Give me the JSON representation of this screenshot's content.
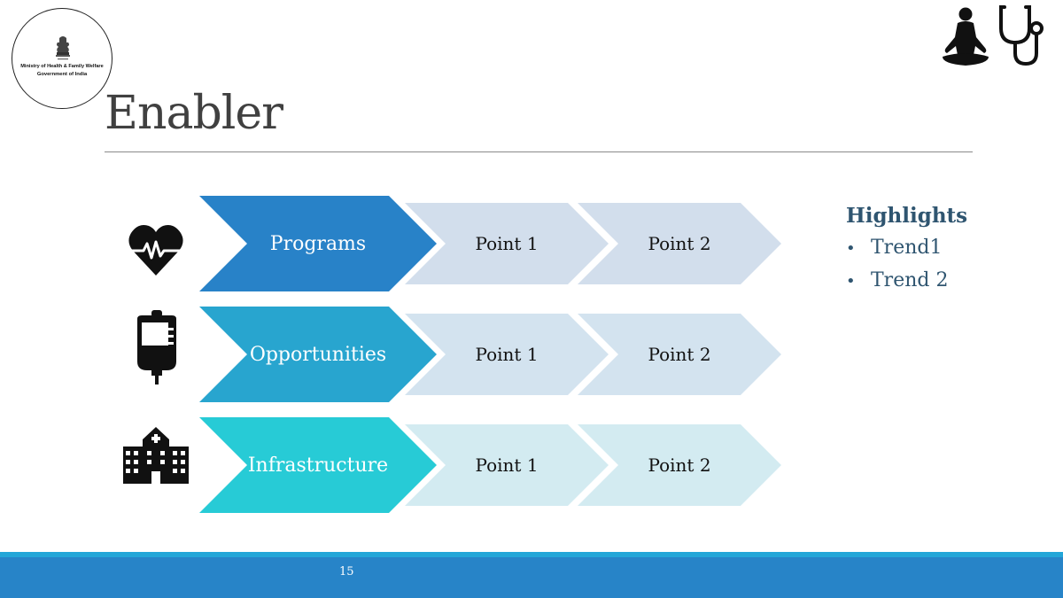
{
  "logo": {
    "line1": "Ministry of Health & Family Welfare",
    "line2": "Government of India",
    "emblem_icon": "state-emblem-icon"
  },
  "slide": {
    "title": "Enabler",
    "page_number": "15"
  },
  "top_icons": [
    "meditation-icon",
    "stethoscope-icon"
  ],
  "rows": [
    {
      "label": "Programs",
      "icon": "heart-pulse-icon",
      "color": "#2882C8",
      "points": [
        "Point 1",
        "Point 2"
      ],
      "point_color": "#D2DEEC"
    },
    {
      "label": "Opportunities",
      "icon": "iv-bag-icon",
      "color": "#28A5CF",
      "points": [
        "Point 1",
        "Point 2"
      ],
      "point_color": "#D3E3EF"
    },
    {
      "label": "Infrastructure",
      "icon": "hospital-icon",
      "color": "#27CBD6",
      "points": [
        "Point 1",
        "Point 2"
      ],
      "point_color": "#D3EBF1"
    }
  ],
  "highlights": {
    "title": "Highlights",
    "items": [
      "Trend1",
      "Trend 2"
    ],
    "color": "#2F5570"
  },
  "colors": {
    "footer": "#2784C8",
    "footer_stripe": "#23A6D8"
  }
}
